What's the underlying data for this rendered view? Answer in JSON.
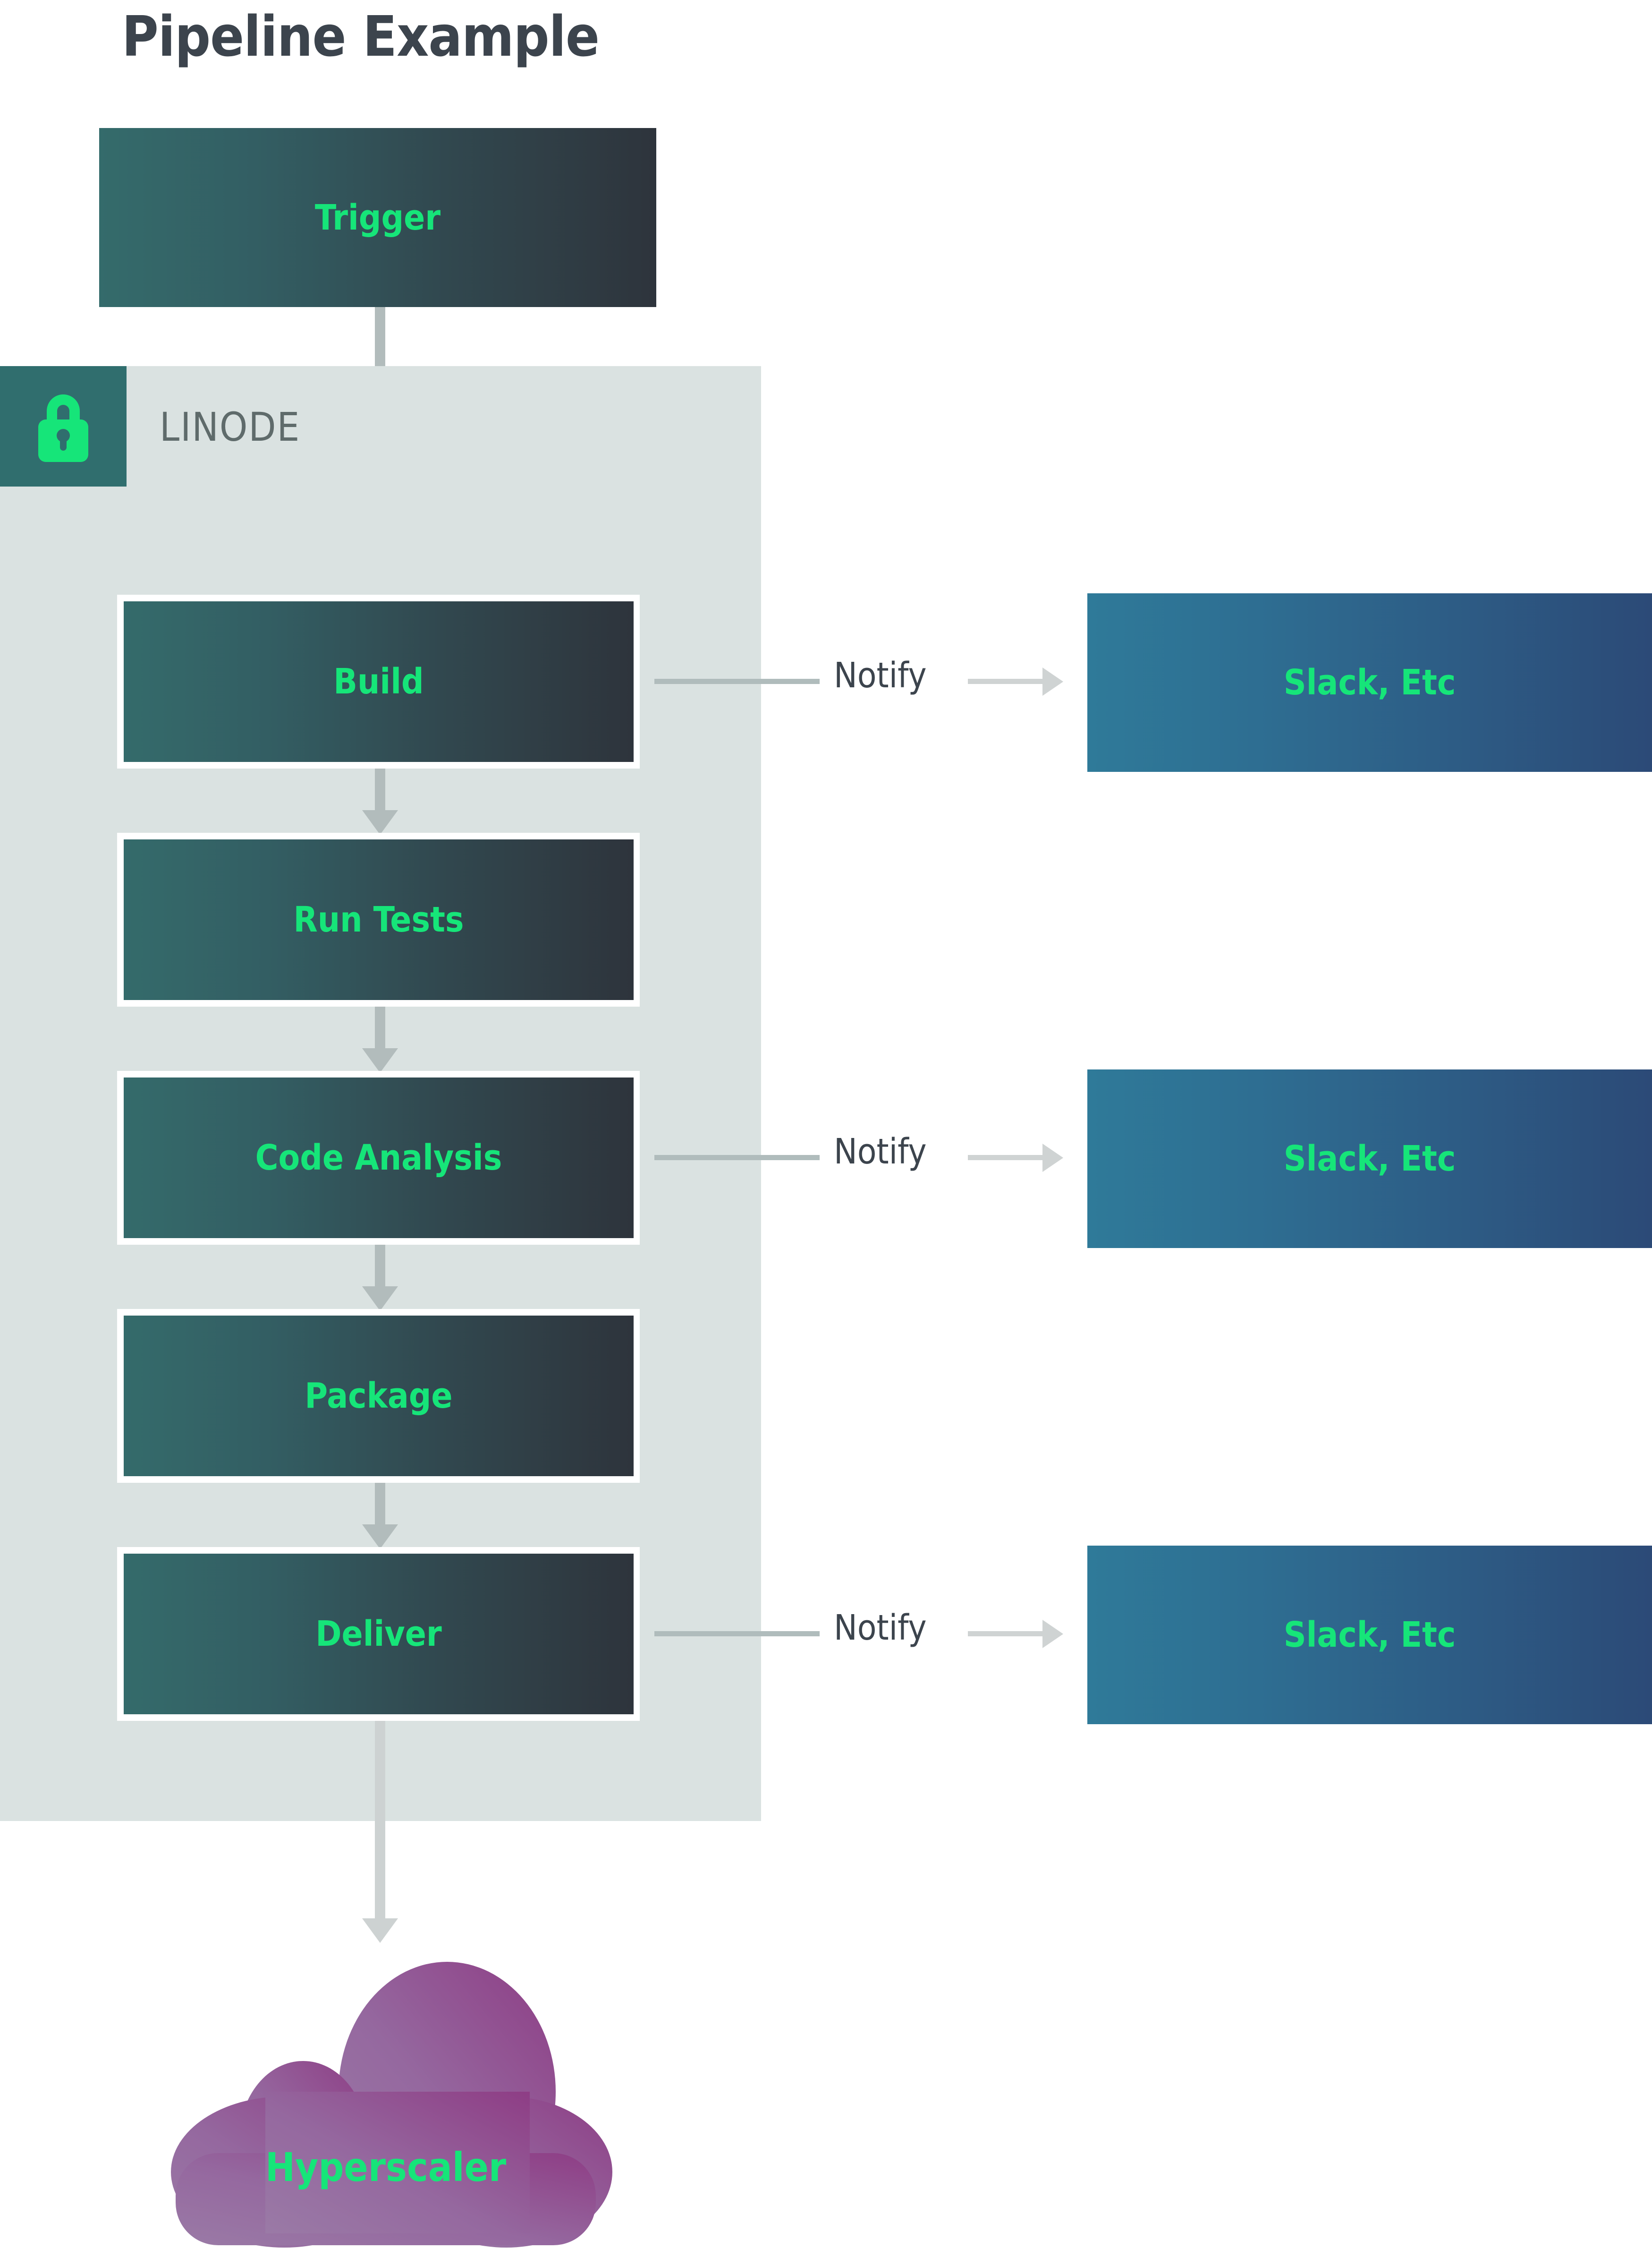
{
  "title": "Pipeline Example",
  "group": {
    "label": "LINODE",
    "icon": "lock-icon",
    "badge_color": "#306e6e",
    "panel_color": "#dae2e1",
    "icon_color": "#16e579"
  },
  "colors": {
    "accent_green": "#16e579",
    "stage_gradient_from": "#346b6b",
    "stage_gradient_to": "#2e343c",
    "notify_gradient_from": "#2f7a99",
    "notify_gradient_to": "#2c4a77",
    "cloud_gradient_from": "#9a76a8",
    "cloud_gradient_to": "#8e3d85",
    "arrow_color": "#b2bcbc",
    "title_color": "#3c444d",
    "label_color": "#5f6b6b"
  },
  "trigger": {
    "label": "Trigger"
  },
  "stages": [
    {
      "label": "Build"
    },
    {
      "label": "Run Tests"
    },
    {
      "label": "Code Analysis"
    },
    {
      "label": "Package"
    },
    {
      "label": "Deliver"
    }
  ],
  "notify_links": [
    {
      "label": "Notify",
      "target": "Slack, Etc",
      "from": "Build"
    },
    {
      "label": "Notify",
      "target": "Slack, Etc",
      "from": "Code Analysis"
    },
    {
      "label": "Notify",
      "target": "Slack, Etc",
      "from": "Deliver"
    }
  ],
  "notify_targets": [
    {
      "label": "Slack, Etc"
    },
    {
      "label": "Slack, Etc"
    },
    {
      "label": "Slack, Etc"
    }
  ],
  "cloud": {
    "label": "Hyperscaler",
    "icon": "cloud-shape"
  }
}
